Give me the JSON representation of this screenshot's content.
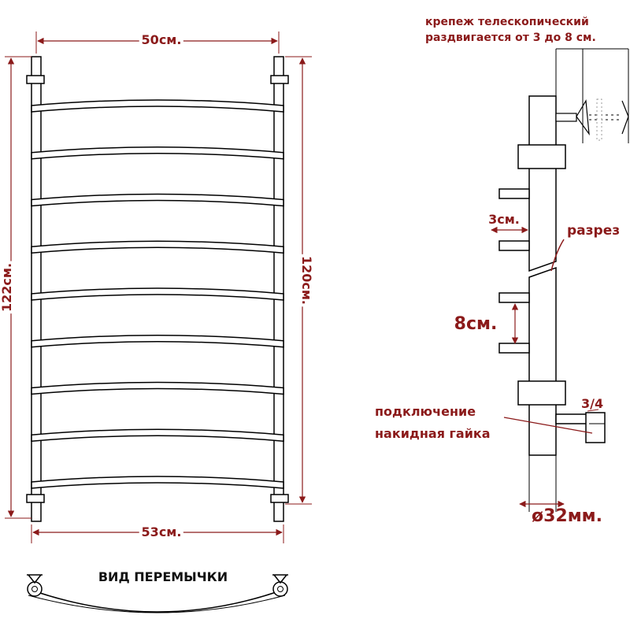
{
  "dimensions": {
    "top_width": "50см.",
    "bottom_width": "53см.",
    "left_height": "122см.",
    "right_height": "120см.",
    "bracket_offset": "3см.",
    "bracket_spacing": "8см.",
    "pipe_diameter": "ø32мм."
  },
  "labels": {
    "mount_line1": "крепеж телескопический",
    "mount_line2": "раздвигается от 3 до 8 см.",
    "cut": "разрез",
    "connection_line1": "подключение",
    "connection_line2": "накидная гайка",
    "thread": "3/4",
    "crossbar_view": "ВИД ПЕРЕМЫЧКИ"
  },
  "structure": {
    "crossbar_count": 9
  },
  "colors": {
    "annotation": "#8b1a1a",
    "outline": "#000000",
    "background": "#ffffff"
  }
}
